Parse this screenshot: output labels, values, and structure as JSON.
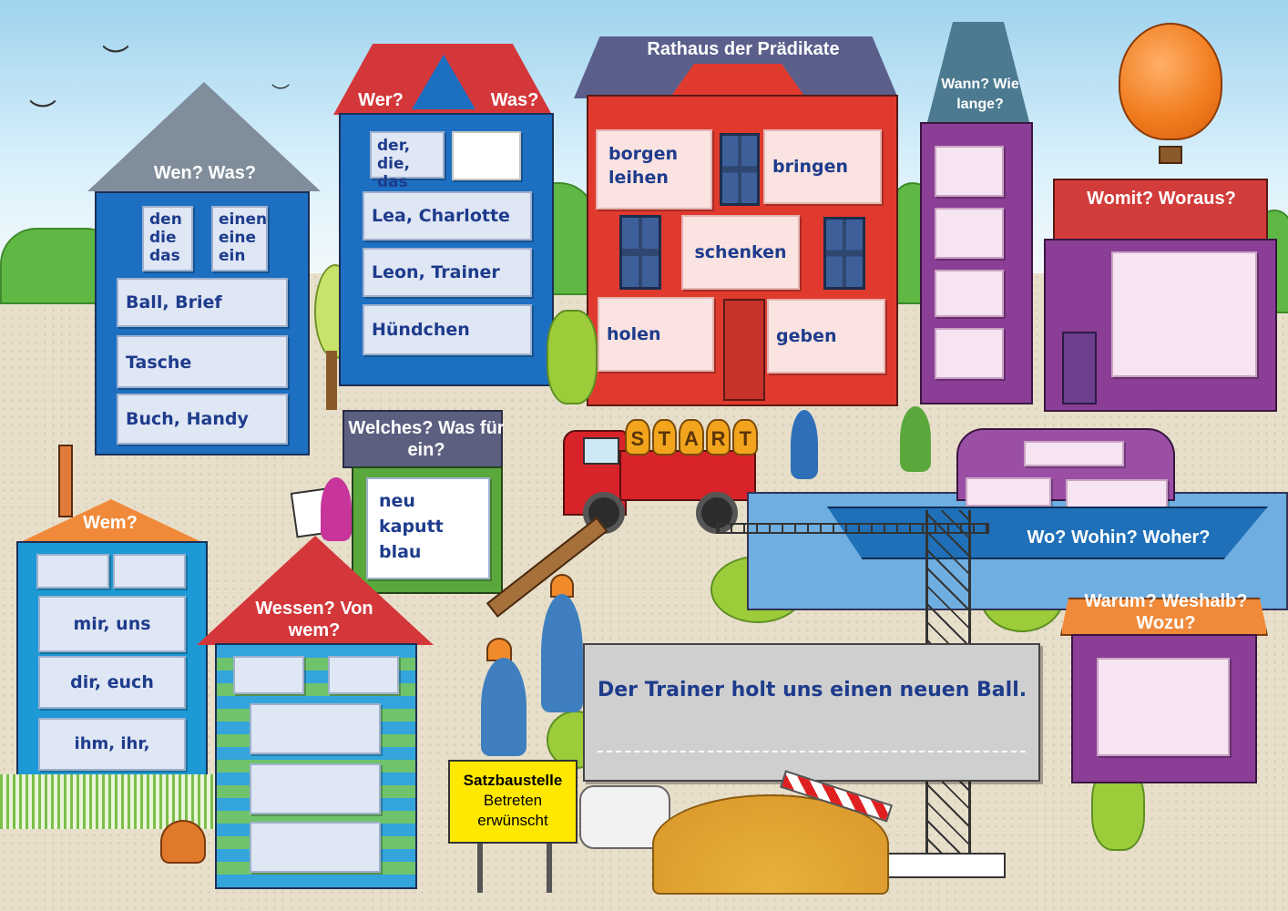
{
  "houses": {
    "wen_was": {
      "sign": "Wen? Was?",
      "articles_left": [
        "den",
        "die",
        "das"
      ],
      "articles_right": [
        "einen",
        "eine",
        "ein"
      ],
      "cards": [
        "Ball, Brief",
        "Tasche",
        "Buch, Handy"
      ]
    },
    "wer_was": {
      "sign_left": "Wer?",
      "sign_right": "Was?",
      "articles": "der, die, das",
      "cards": [
        "Lea, Charlotte",
        "Leon, Trainer",
        "Hündchen"
      ]
    },
    "rathaus": {
      "sign": "Rathaus der Prädikate",
      "cards": [
        "borgen leihen",
        "bringen",
        "schenken",
        "holen",
        "geben"
      ]
    },
    "wann": {
      "sign": "Wann? Wie lange?"
    },
    "womit": {
      "sign": "Womit? Woraus?"
    },
    "welches": {
      "sign": "Welches? Was für ein?",
      "words": [
        "neu",
        "kaputt",
        "blau"
      ]
    },
    "wem": {
      "sign": "Wem?",
      "cards": [
        "mir, uns",
        "dir, euch",
        "ihm, ihr, ihnen"
      ]
    },
    "wessen": {
      "sign": "Wessen? Von wem?"
    },
    "boat": {
      "sign": "Wo? Wohin? Woher?"
    },
    "warum": {
      "sign": "Warum? Weshalb? Wozu?"
    }
  },
  "truck": {
    "cargo_letters": [
      "S",
      "T",
      "A",
      "R",
      "T"
    ]
  },
  "sentence_board": {
    "sentence": "Der Trainer holt uns einen neuen Ball."
  },
  "construction_sign": {
    "title": "Satzbaustelle",
    "line1": "Betreten",
    "line2": "erwünscht"
  },
  "colors": {
    "blue_house": "#1d6fc2",
    "red_house": "#e03a2f",
    "purple_house": "#8b3e95",
    "green_house": "#5aa83c",
    "sign_orange": "#f08a3a"
  }
}
